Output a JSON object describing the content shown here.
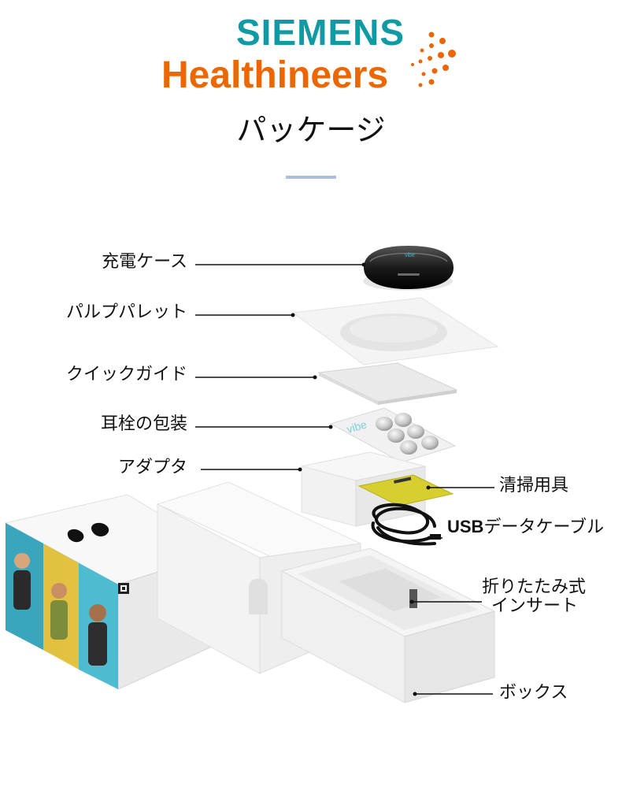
{
  "logo": {
    "line1": "SIEMENS",
    "line2": "Healthineers",
    "colors": {
      "teal": "#0f9aa4",
      "orange": "#ec6602"
    }
  },
  "title": "パッケージ",
  "parts": [
    {
      "id": "charging-case",
      "label": "充電ケース"
    },
    {
      "id": "pulp-pallet",
      "label": "パルプパレット"
    },
    {
      "id": "quick-guide",
      "label": "クイックガイド"
    },
    {
      "id": "earplug-pack",
      "label": "耳栓の包装"
    },
    {
      "id": "adapter",
      "label": "アダプタ"
    },
    {
      "id": "cleaning-tool",
      "label": "清掃用具"
    },
    {
      "id": "usb-cable",
      "label_bold": "USB",
      "label_rest": "データケーブル"
    },
    {
      "id": "folding-insert",
      "label_line1": "折りたたみ式",
      "label_line2": "インサート"
    },
    {
      "id": "box",
      "label": "ボックス"
    }
  ],
  "packaging": {
    "cover_mark": "vibe"
  }
}
